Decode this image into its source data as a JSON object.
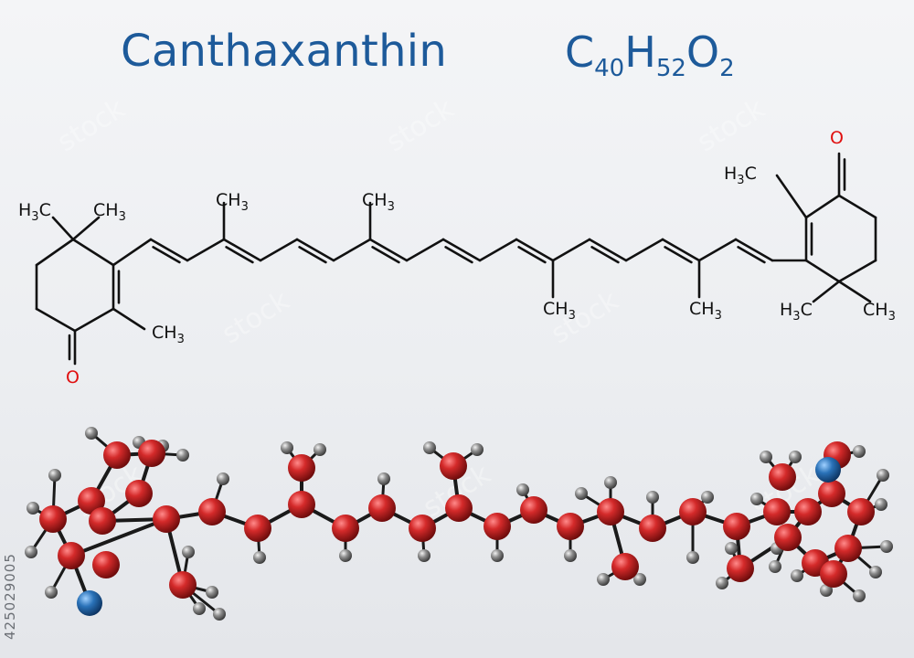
{
  "title": "Canthaxanthin",
  "formula": {
    "c_sym": "C",
    "c_count": "40",
    "h_sym": "H",
    "h_count": "52",
    "o_sym": "O",
    "o_count": "2"
  },
  "stock_id": "425029005",
  "watermark": "stock",
  "labels": {
    "ch3": "CH",
    "h3c": "H",
    "ch3_tail": "C",
    "sub3": "3",
    "oxygen": "O"
  },
  "colors": {
    "title": "#1d5a9a",
    "bond": "#111111",
    "oxygen_label": "#e01010",
    "carbon_atom": "#d42a2a",
    "hydrogen_atom": "#8d8d8d",
    "oxygen_atom": "#2a72b8"
  }
}
